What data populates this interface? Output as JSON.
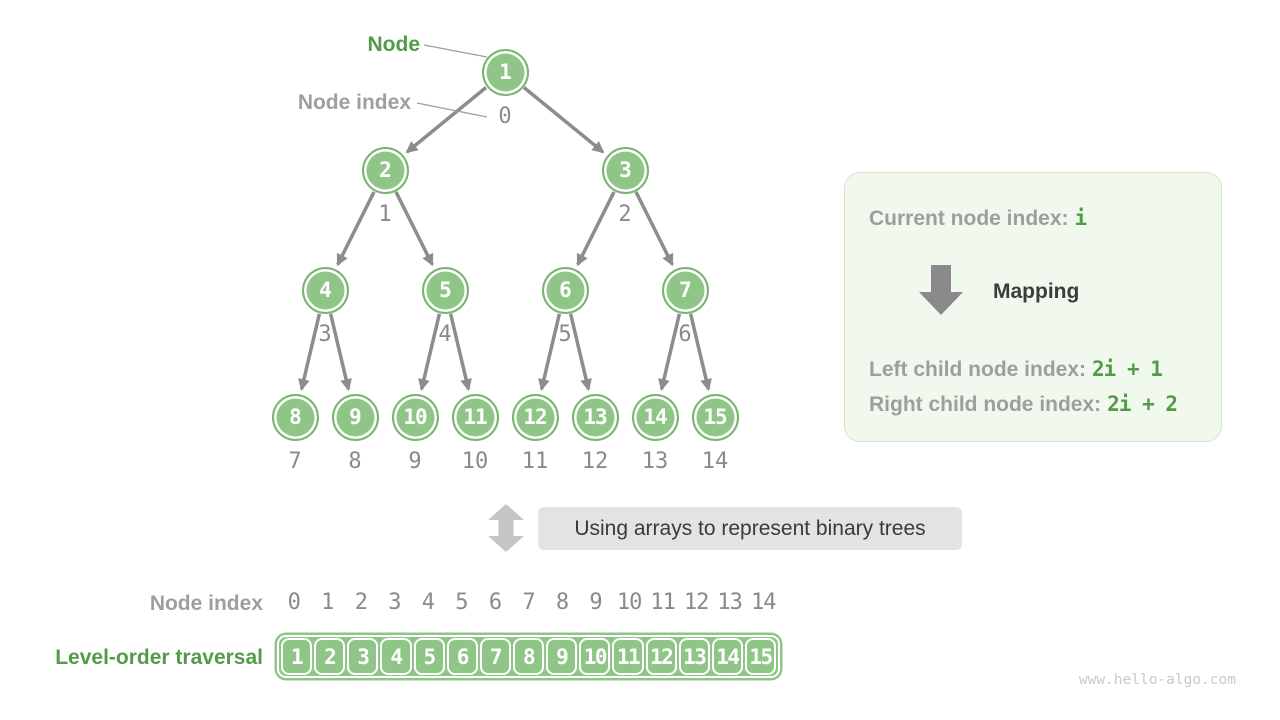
{
  "labels": {
    "node": "Node",
    "node_index": "Node index"
  },
  "tree": {
    "nodes": [
      {
        "value": "1",
        "index": "0"
      },
      {
        "value": "2",
        "index": "1"
      },
      {
        "value": "3",
        "index": "2"
      },
      {
        "value": "4",
        "index": "3"
      },
      {
        "value": "5",
        "index": "4"
      },
      {
        "value": "6",
        "index": "5"
      },
      {
        "value": "7",
        "index": "6"
      },
      {
        "value": "8",
        "index": "7"
      },
      {
        "value": "9",
        "index": "8"
      },
      {
        "value": "10",
        "index": "9"
      },
      {
        "value": "11",
        "index": "10"
      },
      {
        "value": "12",
        "index": "11"
      },
      {
        "value": "13",
        "index": "12"
      },
      {
        "value": "14",
        "index": "13"
      },
      {
        "value": "15",
        "index": "14"
      }
    ]
  },
  "panel": {
    "current_label": "Current node index:",
    "current_value": "i",
    "mapping_label": "Mapping",
    "left_label": "Left child node index:",
    "left_value": "2i + 1",
    "right_label": "Right child node index:",
    "right_value": "2i + 2"
  },
  "caption": "Using arrays to represent binary trees",
  "bottom": {
    "index_label": "Node index",
    "traversal_label": "Level-order traversal",
    "indices": [
      "0",
      "1",
      "2",
      "3",
      "4",
      "5",
      "6",
      "7",
      "8",
      "9",
      "10",
      "11",
      "12",
      "13",
      "14"
    ],
    "values": [
      "1",
      "2",
      "3",
      "4",
      "5",
      "6",
      "7",
      "8",
      "9",
      "10",
      "11",
      "12",
      "13",
      "14",
      "15"
    ]
  },
  "watermark": "www.hello-algo.com",
  "colors": {
    "node_fill": "#8FC688",
    "node_border": "#7AB471",
    "green_text": "#529B48",
    "gray_label": "#9E9E9E",
    "dark_text": "#3C3C3C",
    "edge": "#8C8C8C",
    "caption_bg": "#E3E3E3",
    "panel_bg": "#F1F8EE",
    "panel_border": "#D5E8CF"
  }
}
